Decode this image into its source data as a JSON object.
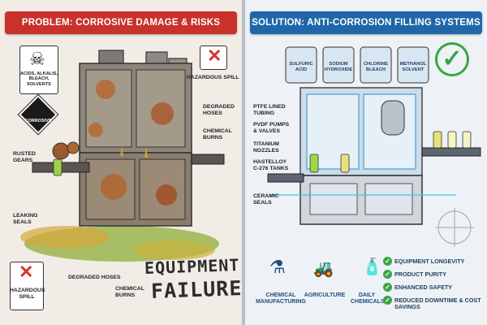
{
  "left": {
    "title": "PROBLEM: CORROSIVE DAMAGE & RISKS",
    "labels": {
      "acids": "ACIDS, ALKALIS, BLEACH, SOLVENTS",
      "corrosive": "CORROSIVE",
      "hazard_top": "HAZARDOUS SPILL",
      "degraded_hoses_right": "DEGRADED HOSES",
      "chemical_burns_right": "CHEMICAL BURNS",
      "rusted_gears": "RUSTED GEARS",
      "leaking_seals": "LEAKING SEALS",
      "hazard_bottom": "HAZARDOUS SPILL",
      "degraded_hoses_bottom": "DEGRADED HOSES",
      "chemical_burns_bottom": "CHEMICAL BURNS"
    },
    "failure_line1": "EQUIPMENT",
    "failure_line2": "FAILURE"
  },
  "right": {
    "title": "SOLUTION: ANTI-CORROSION FILLING SYSTEMS",
    "bottles": [
      "SULFURIC ACID",
      "SODIUM HYDROXIDE",
      "CHLORINE BLEACH",
      "METHANOL SOLVENT"
    ],
    "labels": {
      "ptfe": "PTFE LINED TUBING",
      "pvdf": "PVDF PUMPS & VALVES",
      "titanium": "TITANIUM NOZZLES",
      "hastelloy": "HASTELLOY C-276 TANKS",
      "ceramic": "CERAMIC SEALS"
    },
    "applications": [
      "CHEMICAL MANUFACTURING",
      "AGRICULTURE",
      "DAILY CHEMICALS"
    ],
    "benefits": [
      "EQUIPMENT LONGEVITY",
      "PRODUCT PURITY",
      "ENHANCED SAFETY",
      "REDUCED DOWNTIME & COST SAVINGS"
    ],
    "colors": {
      "accent": "#1f67a8",
      "check": "#3aa544"
    }
  },
  "colors": {
    "problem": "#c8322b",
    "solution": "#1f67a8",
    "rust": "#a85a2a"
  }
}
